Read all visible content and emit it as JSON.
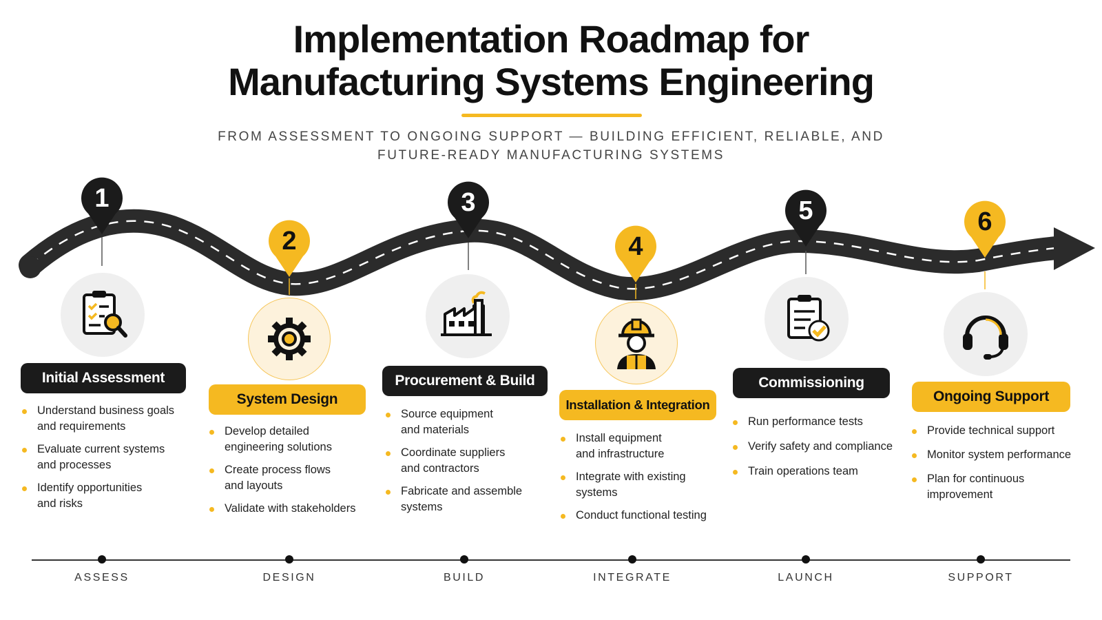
{
  "title_line1": "Implementation Roadmap for",
  "title_line2": "Manufacturing Systems Engineering",
  "subtitle_line1": "FROM ASSESSMENT TO ONGOING SUPPORT — BUILDING EFFICIENT, RELIABLE, AND",
  "subtitle_line2": "FUTURE-READY MANUFACTURING SYSTEMS",
  "colors": {
    "accent": "#F5B921",
    "dark": "#1b1b1b",
    "road": "#2b2b2b"
  },
  "steps": [
    {
      "number": "1",
      "title": "Initial Assessment",
      "style": "dark",
      "icon": "clipboard-search-icon",
      "bullets": [
        [
          "Understand business goals",
          "and requirements"
        ],
        [
          "Evaluate current systems",
          "and processes"
        ],
        [
          "Identify opportunities",
          "and risks"
        ]
      ]
    },
    {
      "number": "2",
      "title": "System Design",
      "style": "gold",
      "icon": "gear-icon",
      "bullets": [
        [
          "Develop detailed",
          "engineering solutions"
        ],
        [
          "Create process flows",
          "and layouts"
        ],
        [
          "Validate with stakeholders"
        ]
      ]
    },
    {
      "number": "3",
      "title": "Procurement & Build",
      "style": "dark",
      "icon": "factory-icon",
      "bullets": [
        [
          "Source equipment",
          "and materials"
        ],
        [
          "Coordinate suppliers",
          "and contractors"
        ],
        [
          "Fabricate and assemble",
          "systems"
        ]
      ]
    },
    {
      "number": "4",
      "title": "Installation & Integration",
      "style": "gold",
      "icon": "worker-icon",
      "bullets": [
        [
          "Install equipment",
          "and infrastructure"
        ],
        [
          "Integrate with existing",
          "systems"
        ],
        [
          "Conduct functional testing"
        ]
      ]
    },
    {
      "number": "5",
      "title": "Commissioning",
      "style": "dark",
      "icon": "clipboard-check-icon",
      "bullets": [
        [
          "Run performance tests"
        ],
        [
          "Verify safety and compliance"
        ],
        [
          "Train operations team"
        ]
      ]
    },
    {
      "number": "6",
      "title": "Ongoing Support",
      "style": "gold",
      "icon": "headset-icon",
      "bullets": [
        [
          "Provide technical support"
        ],
        [
          "Monitor system performance"
        ],
        [
          "Plan for continuous",
          "improvement"
        ]
      ]
    }
  ],
  "timeline": [
    "ASSESS",
    "DESIGN",
    "BUILD",
    "INTEGRATE",
    "LAUNCH",
    "SUPPORT"
  ]
}
